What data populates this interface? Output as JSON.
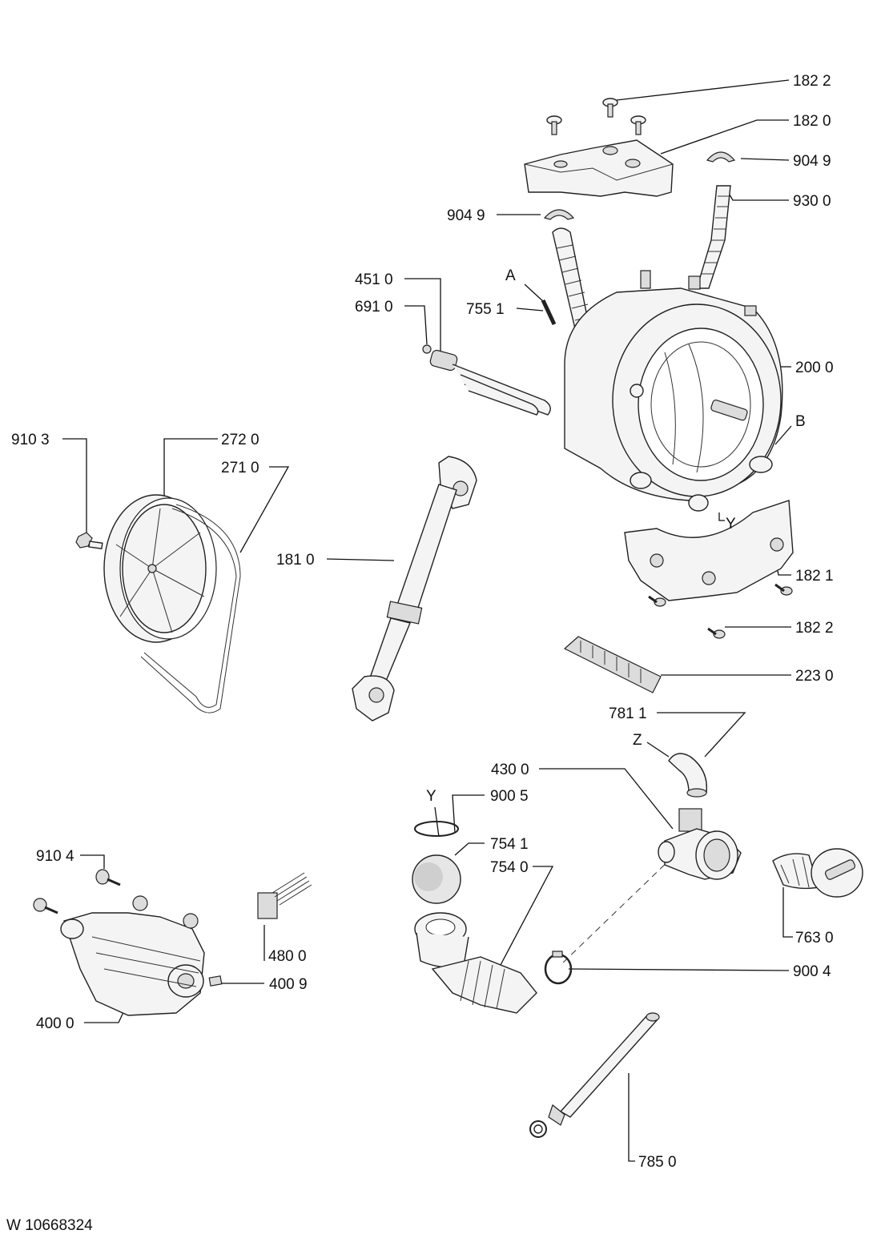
{
  "labels": {
    "l_182_2_top": "182 2",
    "l_182_0": "182 0",
    "l_904_9_right": "904 9",
    "l_930_0": "930 0",
    "l_904_9_left": "904 9",
    "l_451_0": "451 0",
    "l_691_0": "691 0",
    "l_755_1": "755 1",
    "l_A": "A",
    "l_200_0": "200 0",
    "l_B": "B",
    "l_Y_top": "Y",
    "l_910_3": "910 3",
    "l_272_0": "272 0",
    "l_271_0": "271 0",
    "l_181_0": "181 0",
    "l_182_1": "182 1",
    "l_182_2_bottom": "182 2",
    "l_223_0": "223 0",
    "l_781_1": "781 1",
    "l_Z": "Z",
    "l_430_0": "430 0",
    "l_Y_bottom": "Y",
    "l_900_5": "900 5",
    "l_754_1": "754 1",
    "l_754_0": "754 0",
    "l_910_4": "910 4",
    "l_480_0": "480 0",
    "l_400_9": "400 9",
    "l_400_0": "400 0",
    "l_763_0": "763 0",
    "l_900_4": "900 4",
    "l_785_0": "785 0"
  },
  "document_id": "W 10668324"
}
